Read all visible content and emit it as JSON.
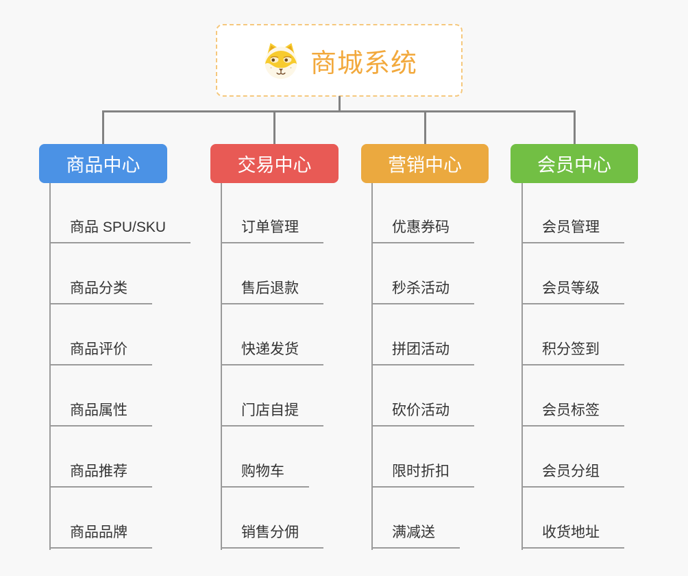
{
  "root": {
    "title": "商城系统",
    "icon": "dog-face-icon"
  },
  "colors": {
    "background": "#F8F8F8",
    "root_accent": "#F2A93D",
    "root_border": "#F5C87D",
    "connector": "#828282",
    "leaf_line": "#9A9A9A",
    "leaf_text": "#333333"
  },
  "branches": [
    {
      "label": "商品中心",
      "color": "#4B92E5",
      "items": [
        "商品 SPU/SKU",
        "商品分类",
        "商品评价",
        "商品属性",
        "商品推荐",
        "商品品牌"
      ]
    },
    {
      "label": "交易中心",
      "color": "#E85A55",
      "items": [
        "订单管理",
        "售后退款",
        "快递发货",
        "门店自提",
        "购物车",
        "销售分佣"
      ]
    },
    {
      "label": "营销中心",
      "color": "#EBA93F",
      "items": [
        "优惠券码",
        "秒杀活动",
        "拼团活动",
        "砍价活动",
        "限时折扣",
        "满减送"
      ]
    },
    {
      "label": "会员中心",
      "color": "#72BF44",
      "items": [
        "会员管理",
        "会员等级",
        "积分签到",
        "会员标签",
        "会员分组",
        "收货地址"
      ]
    }
  ]
}
